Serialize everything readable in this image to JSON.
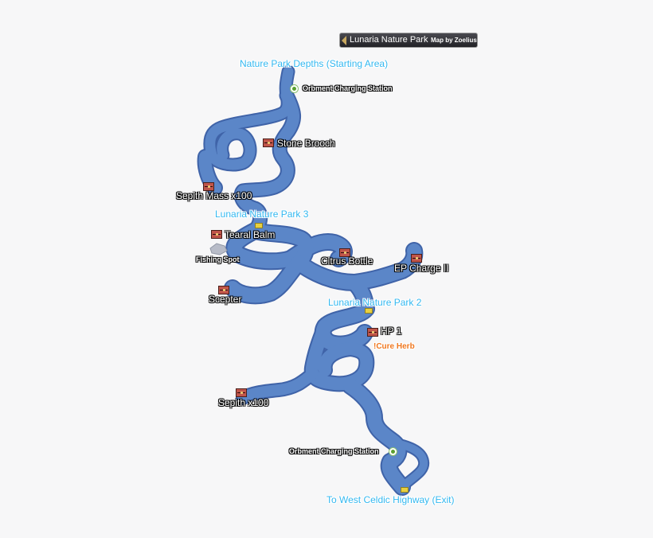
{
  "header": {
    "title": "Lunaria Nature Park",
    "credit": "Map by Zoelius"
  },
  "areas": {
    "start": "Nature Park Depths (Starting Area)",
    "park3": "Lunaria Nature Park 3",
    "park2": "Lunaria Nature Park 2",
    "exit": "To West Celdic Highway (Exit)"
  },
  "items": {
    "stone_brooch": "Stone Brooch",
    "sepith_mass": "Sepith Mass x100",
    "tearal_balm": "Tearal Balm",
    "citrus_bottle": "Citrus Bottle",
    "ep_charge": "EP Charge II",
    "scepter": "Scepter",
    "hp1": "HP 1",
    "sepith100": "Sepith x100"
  },
  "points": {
    "orbment_top": "Orbment Charging Station",
    "orbment_bottom": "Orbment Charging Station",
    "fishing": "Fishing Spot",
    "cure_herb": "!Cure Herb"
  },
  "icons": {
    "chest": "treasure-chest-icon",
    "orbment": "orbment-charging-icon",
    "fishing": "fishing-spot-icon"
  },
  "colors": {
    "path": "#5b86c8",
    "area_label": "#33b8f0",
    "herb_label": "#f07820"
  }
}
